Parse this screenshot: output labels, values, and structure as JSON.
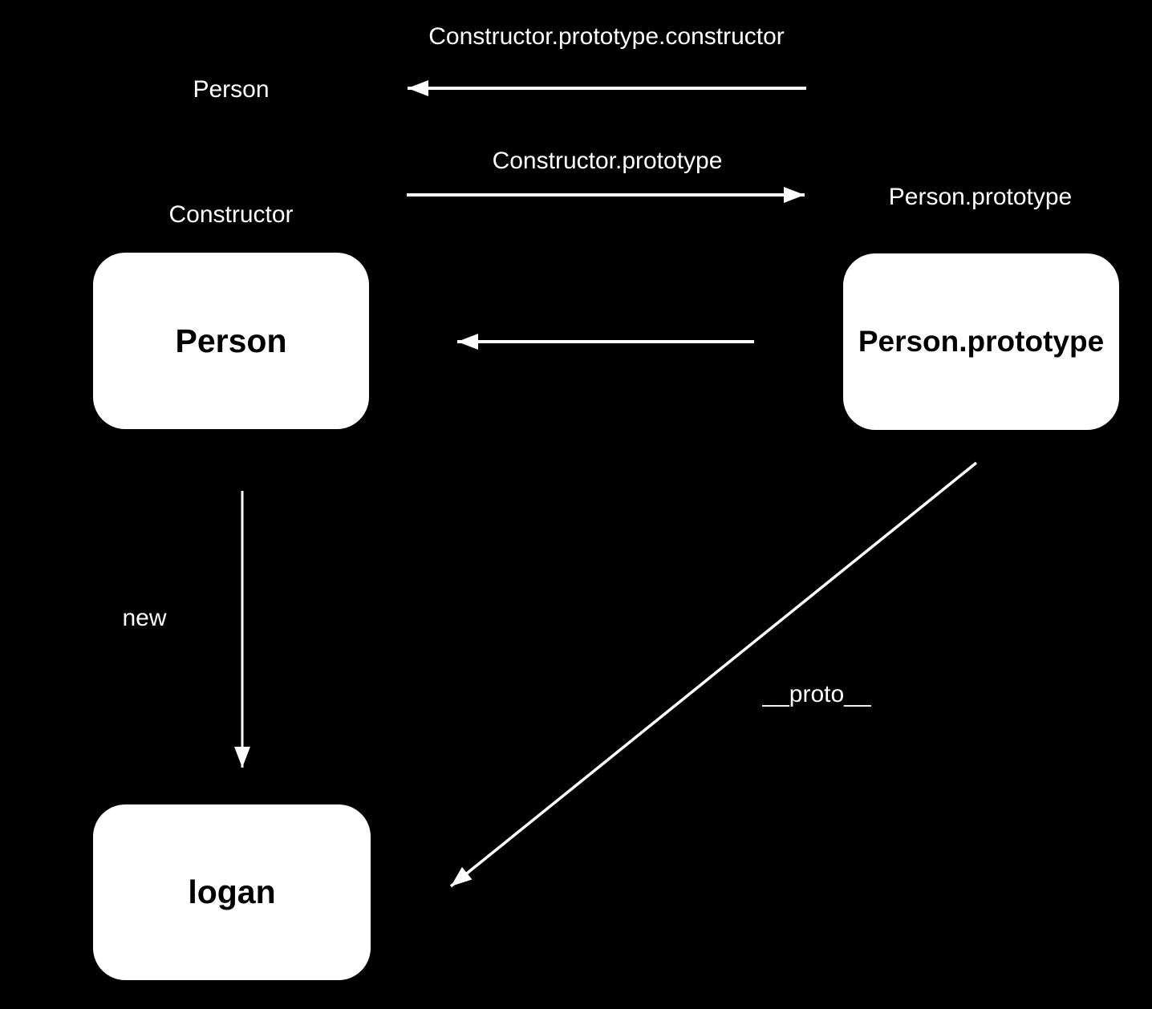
{
  "colors": {
    "background": "#000000",
    "foreground": "#ffffff",
    "node_fill": "#ffffff",
    "node_text": "#000000"
  },
  "labels": {
    "constructor_back_ref": "Constructor.prototype.constructor",
    "person_function": "Person",
    "prototype_forward_ref": "Constructor.prototype",
    "constructor_role": "Constructor",
    "prototype_object_title": "Person.prototype",
    "new_operator": "new",
    "proto_link": "__proto__"
  },
  "nodes": {
    "constructor_box": "Person",
    "prototype_box": "Person.prototype",
    "instance_box": "logan"
  }
}
